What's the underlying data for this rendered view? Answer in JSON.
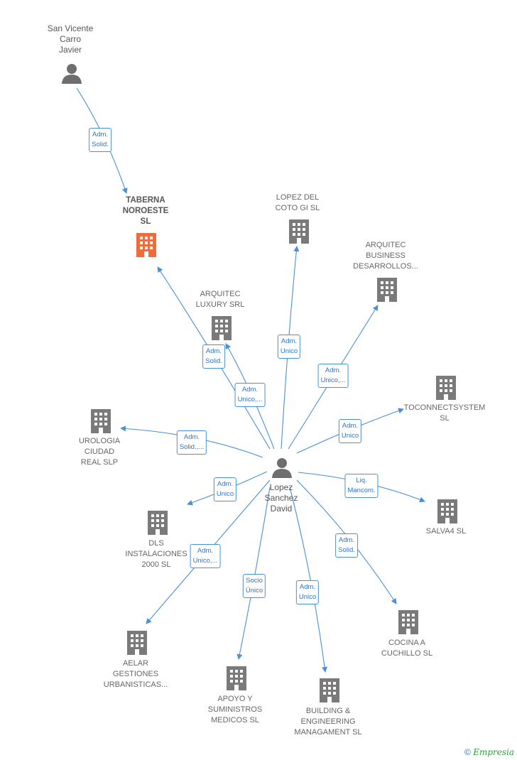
{
  "nodes": {
    "san_vicente": {
      "label": "San Vicente\nCarro\nJavier"
    },
    "lopez_sanchez": {
      "label": "Lopez\nSanchez\nDavid"
    },
    "taberna": {
      "label": "TABERNA\nNOROESTE\nSL"
    },
    "lopez_del_coto": {
      "label": "LOPEZ DEL\nCOTO GI  SL"
    },
    "arquitec_business": {
      "label": "ARQUITEC\nBUSINESS\nDESARROLLOS..."
    },
    "arquitec_luxury": {
      "label": "ARQUITEC\nLUXURY SRL"
    },
    "toconnect": {
      "label": "TOCONNECTSYSTEM\nSL"
    },
    "urologia": {
      "label": "UROLOGIA\nCIUDAD\nREAL  SLP"
    },
    "salva4": {
      "label": "SALVA4 SL"
    },
    "dls": {
      "label": "DLS\nINSTALACIONES\n2000  SL"
    },
    "cocina": {
      "label": "COCINA A\nCUCHILLO  SL"
    },
    "aelar": {
      "label": "AELAR\nGESTIONES\nURBANISTICAS..."
    },
    "apoyo": {
      "label": "APOYO Y\nSUMINISTROS\nMEDICOS SL"
    },
    "building": {
      "label": "BUILDING &\nENGINEERING\nMANAGAMENT SL"
    }
  },
  "edges": {
    "sanvicente_taberna": "Adm.\nSolid.",
    "lopez_taberna": "Adm.\nSolid.",
    "lopez_luxury": "Adm.\nUnico,...",
    "lopez_coto": "Adm.\nUnico",
    "lopez_business": "Adm.\nUnico,...",
    "lopez_toconnect": "Adm.\nUnico",
    "lopez_urologia": "Adm.\nSolid.,...",
    "lopez_dls": "Adm.\nUnico",
    "lopez_salva4": "Liq.\nMancom.",
    "lopez_aelar": "Adm.\nUnico,...",
    "lopez_cocina": "Adm.\nSolid.",
    "lopez_apoyo": "Socio\nÚnico",
    "lopez_building": "Adm.\nUnico"
  },
  "colors": {
    "edge": "#4a90d9",
    "building_icon": "#7a7a7a",
    "main_building_icon": "#f26b38",
    "person_icon": "#6e6e6e"
  },
  "watermark": {
    "symbol": "©",
    "brand": "Empresia"
  }
}
